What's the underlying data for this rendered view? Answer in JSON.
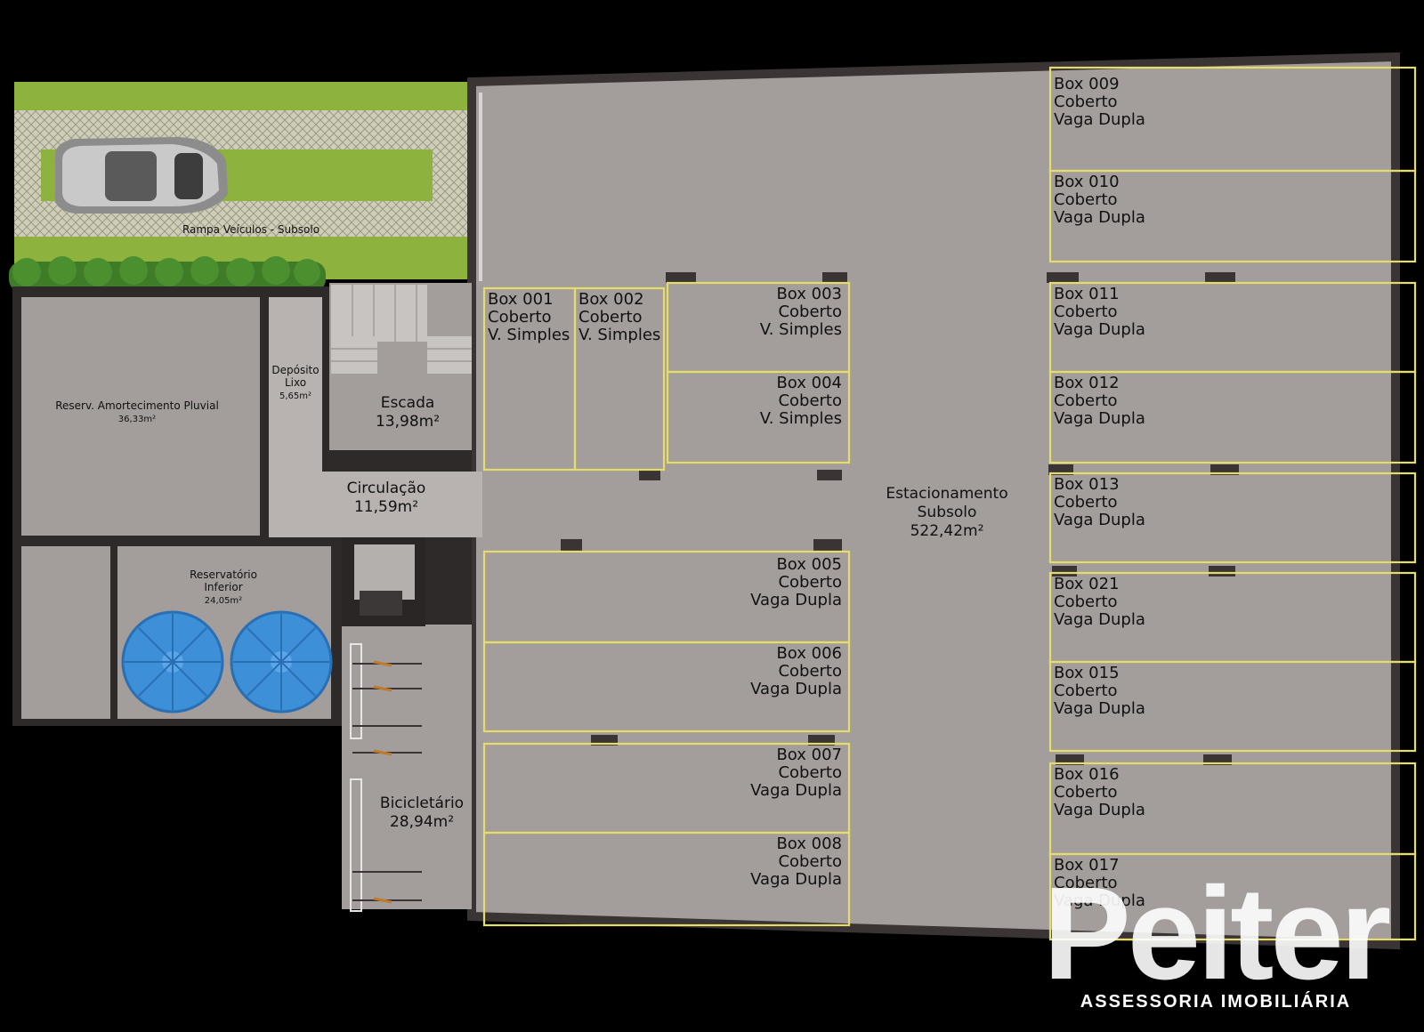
{
  "rooms": {
    "ramp": "Rampa Veículos - Subsolo",
    "reserv_pluvial": {
      "name": "Reserv. Amortecimento Pluvial",
      "area": "36,33m²"
    },
    "deposito": {
      "name1": "Depósito",
      "name2": "Lixo",
      "area": "5,65m²"
    },
    "escada": {
      "name": "Escada",
      "area": "13,98m²"
    },
    "circulacao": {
      "name": "Circulação",
      "area": "11,59m²"
    },
    "reservatorio": {
      "name1": "Reservatório",
      "name2": "Inferior",
      "area": "24,05m²"
    },
    "bicicletario": {
      "name": "Bicicletário",
      "area": "28,94m²"
    },
    "estacionamento": {
      "name1": "Estacionamento",
      "name2": "Subsolo",
      "area": "522,42m²"
    }
  },
  "boxes": [
    {
      "id": "Box 001",
      "type": "Coberto",
      "vaga": "V. Simples"
    },
    {
      "id": "Box 002",
      "type": "Coberto",
      "vaga": "V. Simples"
    },
    {
      "id": "Box 003",
      "type": "Coberto",
      "vaga": "V. Simples"
    },
    {
      "id": "Box 004",
      "type": "Coberto",
      "vaga": "V. Simples"
    },
    {
      "id": "Box 005",
      "type": "Coberto",
      "vaga": "Vaga Dupla"
    },
    {
      "id": "Box 006",
      "type": "Coberto",
      "vaga": "Vaga Dupla"
    },
    {
      "id": "Box 007",
      "type": "Coberto",
      "vaga": "Vaga Dupla"
    },
    {
      "id": "Box 008",
      "type": "Coberto",
      "vaga": "Vaga Dupla"
    },
    {
      "id": "Box 009",
      "type": "Coberto",
      "vaga": "Vaga Dupla"
    },
    {
      "id": "Box 010",
      "type": "Coberto",
      "vaga": "Vaga Dupla"
    },
    {
      "id": "Box 011",
      "type": "Coberto",
      "vaga": "Vaga Dupla"
    },
    {
      "id": "Box 012",
      "type": "Coberto",
      "vaga": "Vaga Dupla"
    },
    {
      "id": "Box 013",
      "type": "Coberto",
      "vaga": "Vaga Dupla"
    },
    {
      "id": "Box 021",
      "type": "Coberto",
      "vaga": "Vaga Dupla"
    },
    {
      "id": "Box 015",
      "type": "Coberto",
      "vaga": "Vaga Dupla"
    },
    {
      "id": "Box 016",
      "type": "Coberto",
      "vaga": "Vaga Dupla"
    },
    {
      "id": "Box 017",
      "type": "Coberto",
      "vaga": "Vaga Dupla"
    }
  ],
  "brand": {
    "logo": "Peiter",
    "tagline": "ASSESSORIA IMOBILIÁRIA"
  },
  "colors": {
    "floor": "#a39d9b",
    "box_outline": "#e4dd6a",
    "wall": "#3a3434",
    "grass": "#8db23e",
    "water_tank": "#3d8fd8"
  }
}
